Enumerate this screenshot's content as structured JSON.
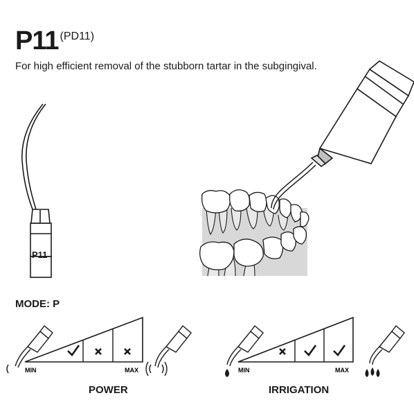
{
  "product": {
    "title": "P11",
    "code": "(PD11)",
    "description": "For high efficient removal of the stubborn tartar in the subgingival.",
    "tip_marking": "P11"
  },
  "mode": {
    "label": "MODE: P"
  },
  "power_chart": {
    "title": "POWER",
    "min_label": "MIN",
    "max_label": "MAX",
    "levels": [
      "check",
      "cross",
      "cross"
    ]
  },
  "irrigation_chart": {
    "title": "IRRIGATION",
    "min_label": "MIN",
    "max_label": "MAX",
    "levels": [
      "cross",
      "check",
      "check"
    ]
  },
  "colors": {
    "ink": "#1a1a1a",
    "gum": "#d8d8d8",
    "metal": "#bfbfbf"
  }
}
